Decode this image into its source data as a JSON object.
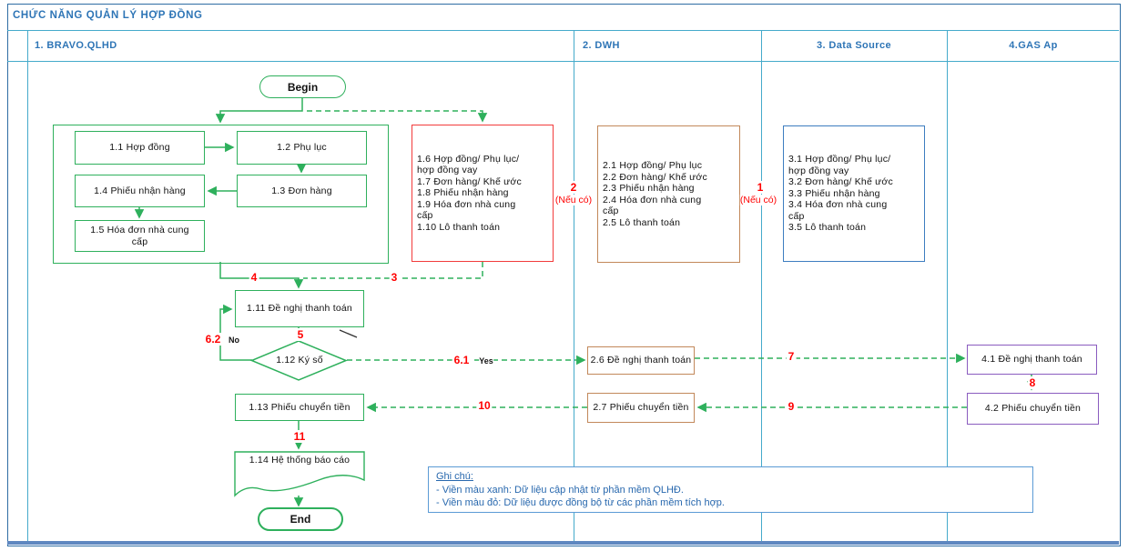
{
  "title": "CHỨC NĂNG QUẢN LÝ HỢP ĐỒNG",
  "lanes": [
    {
      "label": "1. BRAVO.QLHD"
    },
    {
      "label": "2. DWH"
    },
    {
      "label": "3. Data Source"
    },
    {
      "label": "4.GAS Ap"
    }
  ],
  "nodes": {
    "begin": "Begin",
    "end": "End",
    "b11": "1.1 Hợp đồng",
    "b12": "1.2 Phụ lục",
    "b13": "1.3 Đơn hàng",
    "b14": "1.4 Phiếu nhận hàng",
    "b15": "1.5 Hóa đơn nhà cung cấp",
    "b16_110": "1.6 Hợp đồng/ Phụ lục/\nhợp đồng vay\n1.7 Đơn hàng/ Khế ước\n1.8 Phiếu nhận hàng\n1.9 Hóa đơn nhà cung\ncấp\n1.10 Lô thanh toán",
    "b111": "1.11 Đề nghị thanh toán",
    "b112": "1.12 Ký số",
    "b113": "1.13 Phiếu chuyển tiền",
    "b114": "1.14 Hệ thống báo cáo",
    "b21_25": "2.1 Hợp đồng/ Phụ lục\n2.2 Đơn hàng/ Khế ước\n2.3 Phiếu nhận hàng\n2.4 Hóa đơn nhà cung\ncấp\n2.5 Lô thanh toán",
    "b26": "2.6 Đề nghị thanh toán",
    "b27": "2.7 Phiếu chuyển tiền",
    "b31_35": "3.1 Hợp đồng/ Phụ lục/\nhợp đồng vay\n3.2 Đơn hàng/ Khế ước\n3.3 Phiếu nhận hàng\n3.4 Hóa đơn nhà cung\ncấp\n3.5 Lô thanh toán",
    "b41": "4.1 Đề nghị thanh toán",
    "b42": "4.2 Phiếu chuyển tiền"
  },
  "flow_labels": {
    "n1": "1",
    "n1_cond": "(Nếu có)",
    "n2": "2",
    "n2_cond": "(Nếu có)",
    "n3": "3",
    "n4": "4",
    "n5": "5",
    "n61": "6.1",
    "n61_yes": "Yes",
    "n62": "6.2",
    "n62_no": "No",
    "n7": "7",
    "n8": "8",
    "n9": "9",
    "n10": "10",
    "n11": "11"
  },
  "note": {
    "heading": "Ghi chú:",
    "line1": "- Viền màu xanh: Dữ liệu cập nhật từ phần mềm QLHĐ.",
    "line2": "- Viền màu đỏ: Dữ liệu được đồng bộ từ các phần mềm tích hợp."
  },
  "colors": {
    "green": "#2eb05c",
    "red": "#f23b3b",
    "tan": "#c2885a",
    "blue": "#3d7dc0",
    "purple": "#8a5cbf",
    "lane_line": "#45aacb",
    "frame": "#2e6da4",
    "header_text": "#2e75b6",
    "label_red": "#ff0000",
    "bottom_band": "#5e87c0"
  }
}
